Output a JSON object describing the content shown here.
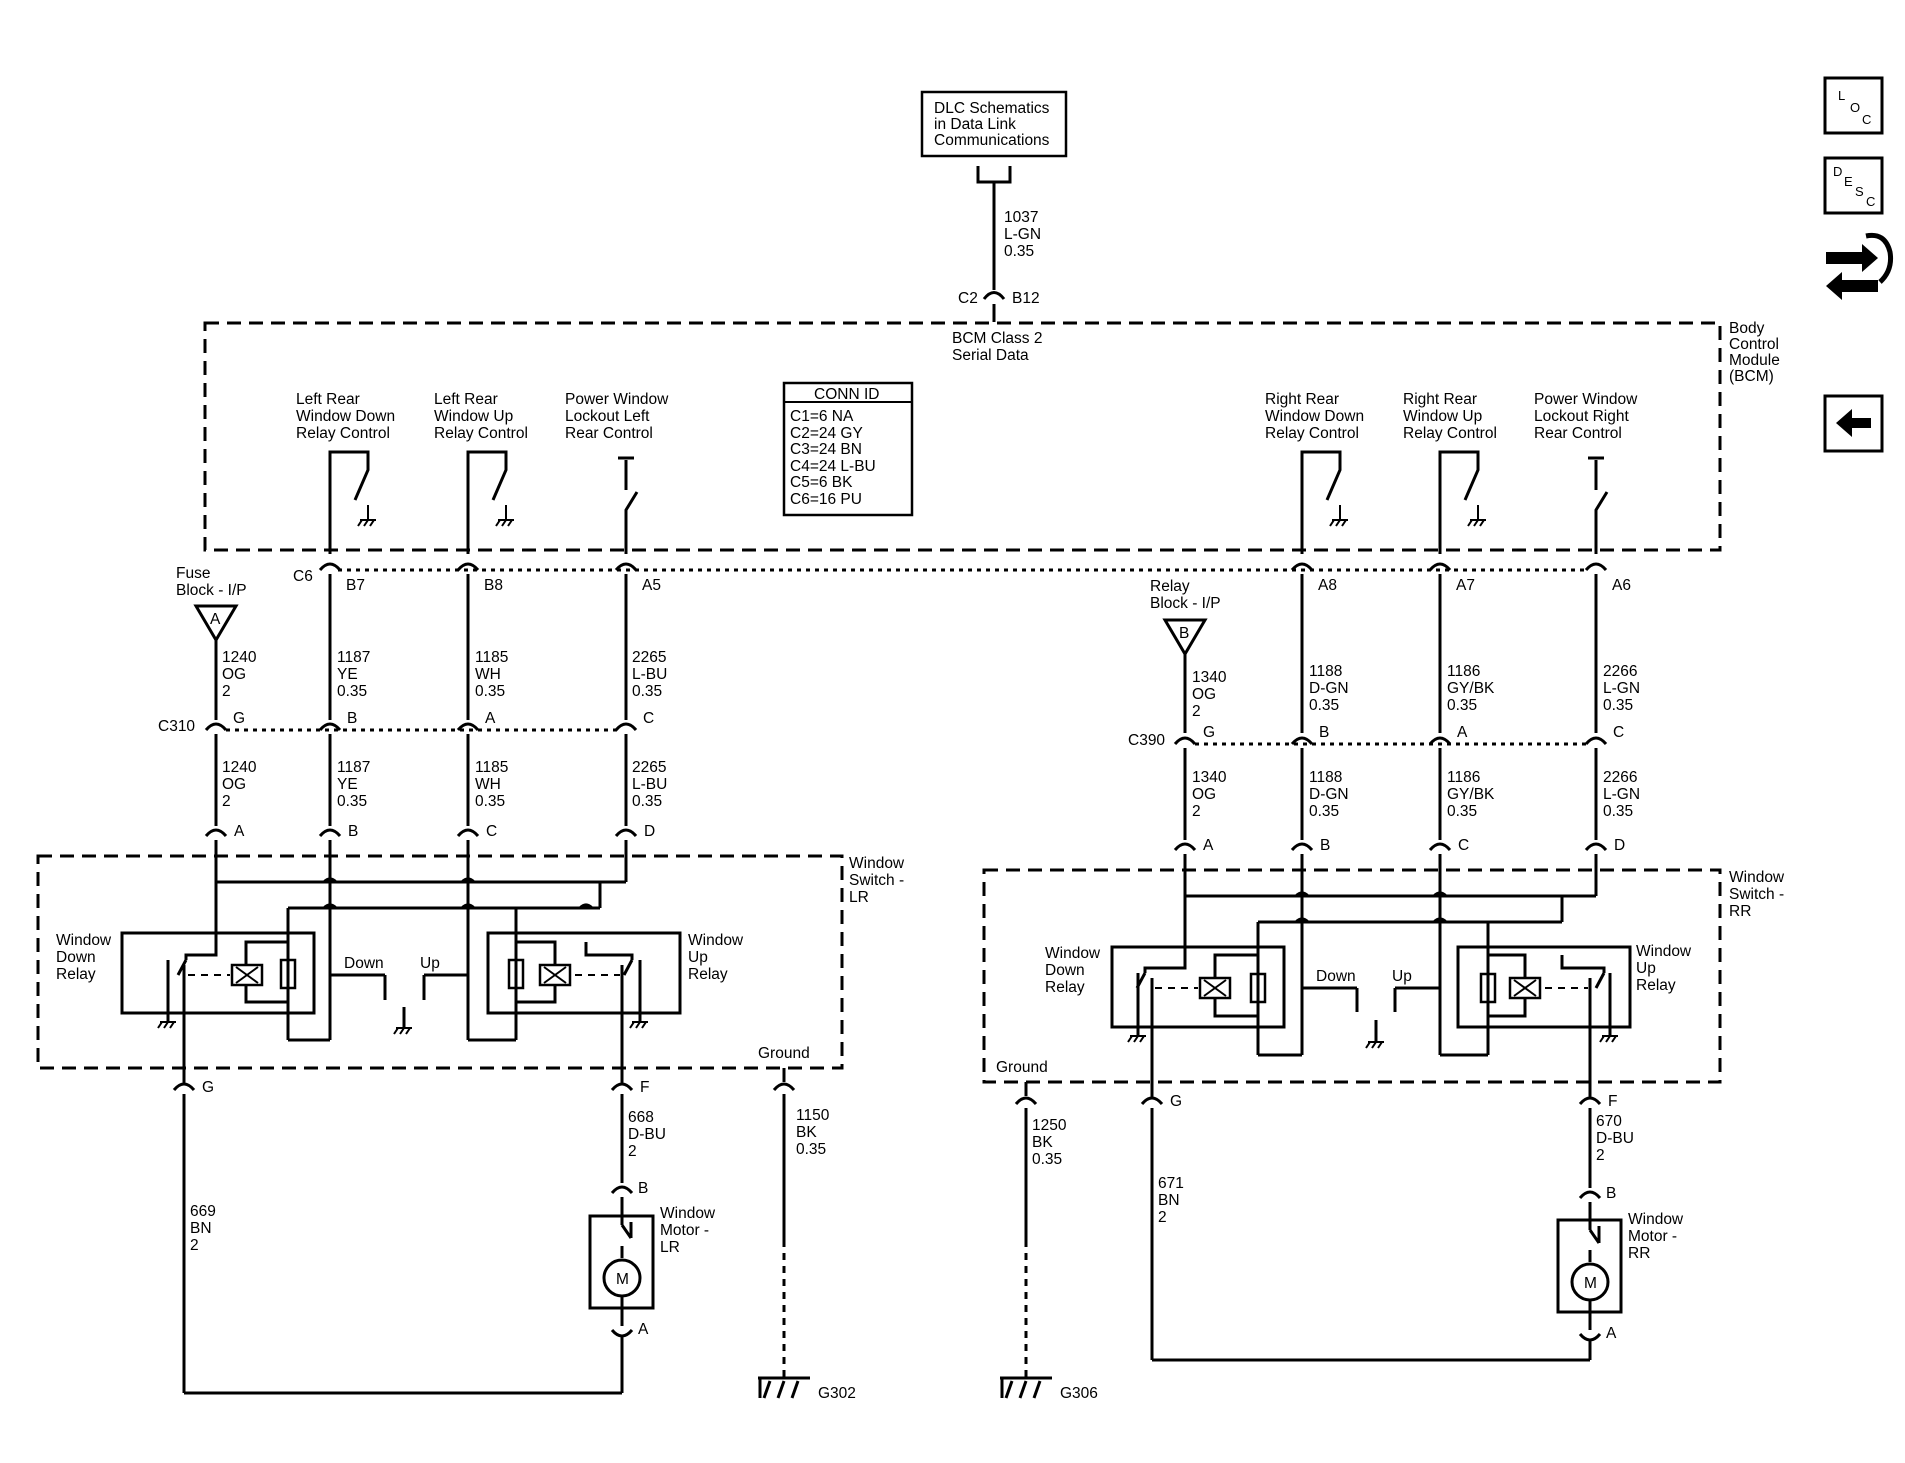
{
  "dlc": {
    "line1": "DLC Schematics",
    "line2": "in Data Link",
    "line3": "Communications"
  },
  "top_wire": {
    "circuit": "1037",
    "color": "L-GN",
    "gauge": "0.35",
    "conn": "C2",
    "pin": "B12"
  },
  "bcm": {
    "name1": "Body",
    "name2": "Control",
    "name3": "Module",
    "name4": "(BCM)",
    "serial1": "BCM Class 2",
    "serial2": "Serial Data",
    "conn": "C6",
    "outputs": [
      {
        "l1": "Left Rear",
        "l2": "Window Down",
        "l3": "Relay Control",
        "pin": "B7"
      },
      {
        "l1": "Left Rear",
        "l2": "Window Up",
        "l3": "Relay Control",
        "pin": "B8"
      },
      {
        "l1": "Power Window",
        "l2": "Lockout Left",
        "l3": "Rear Control",
        "pin": "A5"
      },
      {
        "l1": "Right Rear",
        "l2": "Window Down",
        "l3": "Relay Control",
        "pin": "A8"
      },
      {
        "l1": "Right Rear",
        "l2": "Window Up",
        "l3": "Relay Control",
        "pin": "A7"
      },
      {
        "l1": "Power Window",
        "l2": "Lockout Right",
        "l3": "Rear Control",
        "pin": "A6"
      }
    ]
  },
  "conn_id": {
    "title": "CONN ID",
    "rows": [
      "C1=6 NA",
      "C2=24 GY",
      "C3=24 BN",
      "C4=24 L-BU",
      "C5=6 BK",
      "C6=16 PU"
    ]
  },
  "left": {
    "fuse": {
      "l1": "Fuse",
      "l2": "Block - I/P",
      "letter": "A"
    },
    "conn": "C310",
    "wires_upper": [
      {
        "c": "1240",
        "col": "OG",
        "g": "2",
        "pin": "G"
      },
      {
        "c": "1187",
        "col": "YE",
        "g": "0.35",
        "pin": "B"
      },
      {
        "c": "1185",
        "col": "WH",
        "g": "0.35",
        "pin": "A"
      },
      {
        "c": "2265",
        "col": "L-BU",
        "g": "0.35",
        "pin": "C"
      }
    ],
    "wires_lower": [
      {
        "c": "1240",
        "col": "OG",
        "g": "2",
        "pin": "A"
      },
      {
        "c": "1187",
        "col": "YE",
        "g": "0.35",
        "pin": "B"
      },
      {
        "c": "1185",
        "col": "WH",
        "g": "0.35",
        "pin": "C"
      },
      {
        "c": "2265",
        "col": "L-BU",
        "g": "0.35",
        "pin": "D"
      }
    ],
    "switch": {
      "l1": "Window",
      "l2": "Switch -",
      "l3": "LR"
    },
    "down_relay": {
      "l1": "Window",
      "l2": "Down",
      "l3": "Relay"
    },
    "up_relay": {
      "l1": "Window",
      "l2": "Up",
      "l3": "Relay"
    },
    "down": "Down",
    "up": "Up",
    "ground": "Ground",
    "pin_g": "G",
    "pin_f": "F",
    "motor_wire": {
      "c": "668",
      "col": "D-BU",
      "g": "2"
    },
    "return_wire": {
      "c": "669",
      "col": "BN",
      "g": "2"
    },
    "ground_wire": {
      "c": "1150",
      "col": "BK",
      "g": "0.35"
    },
    "motor": {
      "l1": "Window",
      "l2": "Motor -",
      "l3": "LR",
      "pin_b": "B",
      "pin_a": "A",
      "symbol": "M"
    },
    "gnd_label": "G302"
  },
  "right": {
    "relay_block": {
      "l1": "Relay",
      "l2": "Block - I/P",
      "letter": "B"
    },
    "conn": "C390",
    "wires_upper": [
      {
        "c": "1340",
        "col": "OG",
        "g": "2",
        "pin": "G"
      },
      {
        "c": "1188",
        "col": "D-GN",
        "g": "0.35",
        "pin": "B"
      },
      {
        "c": "1186",
        "col": "GY/BK",
        "g": "0.35",
        "pin": "A"
      },
      {
        "c": "2266",
        "col": "L-GN",
        "g": "0.35",
        "pin": "C"
      }
    ],
    "wires_lower": [
      {
        "c": "1340",
        "col": "OG",
        "g": "2",
        "pin": "A"
      },
      {
        "c": "1188",
        "col": "D-GN",
        "g": "0.35",
        "pin": "B"
      },
      {
        "c": "1186",
        "col": "GY/BK",
        "g": "0.35",
        "pin": "C"
      },
      {
        "c": "2266",
        "col": "L-GN",
        "g": "0.35",
        "pin": "D"
      }
    ],
    "switch": {
      "l1": "Window",
      "l2": "Switch -",
      "l3": "RR"
    },
    "down_relay": {
      "l1": "Window",
      "l2": "Down",
      "l3": "Relay"
    },
    "up_relay": {
      "l1": "Window",
      "l2": "Up",
      "l3": "Relay"
    },
    "down": "Down",
    "up": "Up",
    "ground": "Ground",
    "pin_g": "G",
    "pin_f": "F",
    "motor_wire": {
      "c": "670",
      "col": "D-BU",
      "g": "2"
    },
    "return_wire": {
      "c": "671",
      "col": "BN",
      "g": "2"
    },
    "ground_wire": {
      "c": "1250",
      "col": "BK",
      "g": "0.35"
    },
    "motor": {
      "l1": "Window",
      "l2": "Motor -",
      "l3": "RR",
      "pin_b": "B",
      "pin_a": "A",
      "symbol": "M"
    },
    "gnd_label": "G306"
  },
  "nav": {
    "loc": {
      "l": "L",
      "o": "O",
      "c": "C"
    },
    "desc": {
      "d": "D",
      "e": "E",
      "s": "S",
      "c": "C"
    },
    "icons": [
      "loc-icon",
      "desc-icon",
      "connector-hand-icon",
      "back-arrow-icon"
    ]
  }
}
